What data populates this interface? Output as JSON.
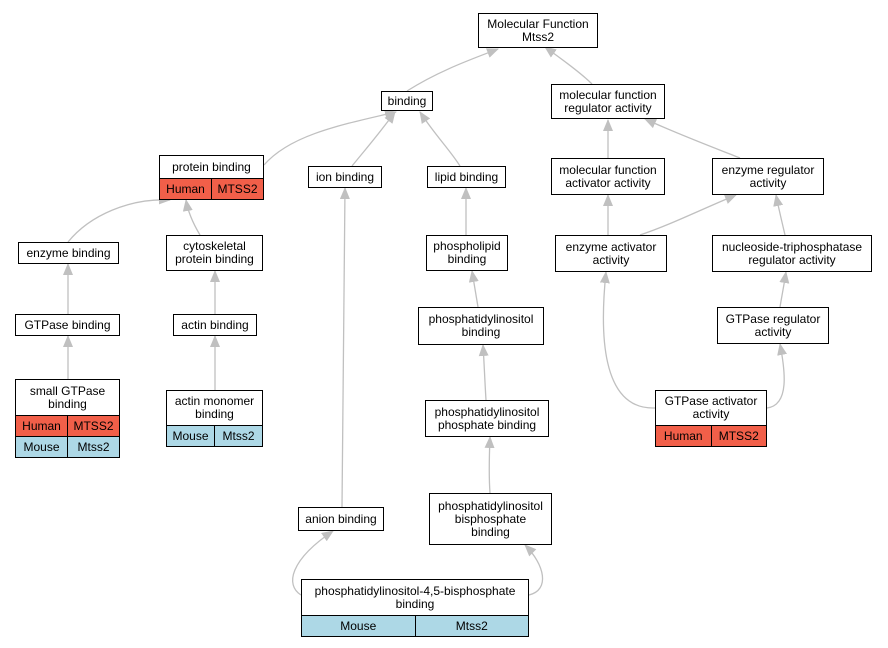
{
  "colors": {
    "human": "#f15f49",
    "mouse": "#add8e6",
    "edge": "#c0c0c0",
    "border": "#000000"
  },
  "nodes": {
    "mf_root": {
      "title": "Molecular Function\nMtss2",
      "rows": []
    },
    "binding": {
      "title": "binding",
      "rows": []
    },
    "mf_regulator": {
      "title": "molecular function\nregulator activity",
      "rows": []
    },
    "protein_binding": {
      "title": "protein binding",
      "rows": [
        {
          "species": "Human",
          "gene": "MTSS2",
          "kind": "human"
        }
      ]
    },
    "ion_binding": {
      "title": "ion binding",
      "rows": []
    },
    "lipid_binding": {
      "title": "lipid binding",
      "rows": []
    },
    "mf_activator": {
      "title": "molecular function\nactivator activity",
      "rows": []
    },
    "enzyme_regulator": {
      "title": "enzyme regulator\nactivity",
      "rows": []
    },
    "enzyme_binding": {
      "title": "enzyme binding",
      "rows": []
    },
    "cytoskeletal_binding": {
      "title": "cytoskeletal\nprotein binding",
      "rows": []
    },
    "phospholipid_binding": {
      "title": "phospholipid\nbinding",
      "rows": []
    },
    "enzyme_activator": {
      "title": "enzyme activator\nactivity",
      "rows": []
    },
    "ntpase_regulator": {
      "title": "nucleoside-triphosphatase\nregulator activity",
      "rows": []
    },
    "gtpase_binding": {
      "title": "GTPase binding",
      "rows": []
    },
    "actin_binding": {
      "title": "actin binding",
      "rows": []
    },
    "pi_binding": {
      "title": "phosphatidylinositol\nbinding",
      "rows": []
    },
    "gtpase_regulator": {
      "title": "GTPase regulator\nactivity",
      "rows": []
    },
    "small_gtpase_binding": {
      "title": "small GTPase\nbinding",
      "rows": [
        {
          "species": "Human",
          "gene": "MTSS2",
          "kind": "human"
        },
        {
          "species": "Mouse",
          "gene": "Mtss2",
          "kind": "mouse"
        }
      ]
    },
    "actin_monomer_binding": {
      "title": "actin monomer\nbinding",
      "rows": [
        {
          "species": "Mouse",
          "gene": "Mtss2",
          "kind": "mouse"
        }
      ]
    },
    "gtpase_activator": {
      "title": "GTPase activator\nactivity",
      "rows": [
        {
          "species": "Human",
          "gene": "MTSS2",
          "kind": "human"
        }
      ]
    },
    "pip_binding": {
      "title": "phosphatidylinositol\nphosphate binding",
      "rows": []
    },
    "anion_binding": {
      "title": "anion binding",
      "rows": []
    },
    "pip2_binding": {
      "title": "phosphatidylinositol\nbisphosphate\nbinding",
      "rows": []
    },
    "pi45p2_binding": {
      "title": "phosphatidylinositol-4,5-bisphosphate\nbinding",
      "rows": [
        {
          "species": "Mouse",
          "gene": "Mtss2",
          "kind": "mouse"
        }
      ]
    }
  },
  "edges": [
    [
      "binding",
      "mf_root"
    ],
    [
      "mf_regulator",
      "mf_root"
    ],
    [
      "protein_binding",
      "binding"
    ],
    [
      "ion_binding",
      "binding"
    ],
    [
      "lipid_binding",
      "binding"
    ],
    [
      "mf_activator",
      "mf_regulator"
    ],
    [
      "enzyme_regulator",
      "mf_regulator"
    ],
    [
      "enzyme_binding",
      "protein_binding"
    ],
    [
      "cytoskeletal_binding",
      "protein_binding"
    ],
    [
      "phospholipid_binding",
      "lipid_binding"
    ],
    [
      "enzyme_activator",
      "mf_activator"
    ],
    [
      "enzyme_activator",
      "enzyme_regulator"
    ],
    [
      "ntpase_regulator",
      "enzyme_regulator"
    ],
    [
      "gtpase_binding",
      "enzyme_binding"
    ],
    [
      "actin_binding",
      "cytoskeletal_binding"
    ],
    [
      "pi_binding",
      "phospholipid_binding"
    ],
    [
      "gtpase_regulator",
      "ntpase_regulator"
    ],
    [
      "small_gtpase_binding",
      "gtpase_binding"
    ],
    [
      "actin_monomer_binding",
      "actin_binding"
    ],
    [
      "pip_binding",
      "pi_binding"
    ],
    [
      "gtpase_activator",
      "enzyme_activator"
    ],
    [
      "gtpase_activator",
      "gtpase_regulator"
    ],
    [
      "anion_binding",
      "ion_binding"
    ],
    [
      "pip2_binding",
      "pip_binding"
    ],
    [
      "pi45p2_binding",
      "anion_binding"
    ],
    [
      "pi45p2_binding",
      "pip2_binding"
    ]
  ]
}
